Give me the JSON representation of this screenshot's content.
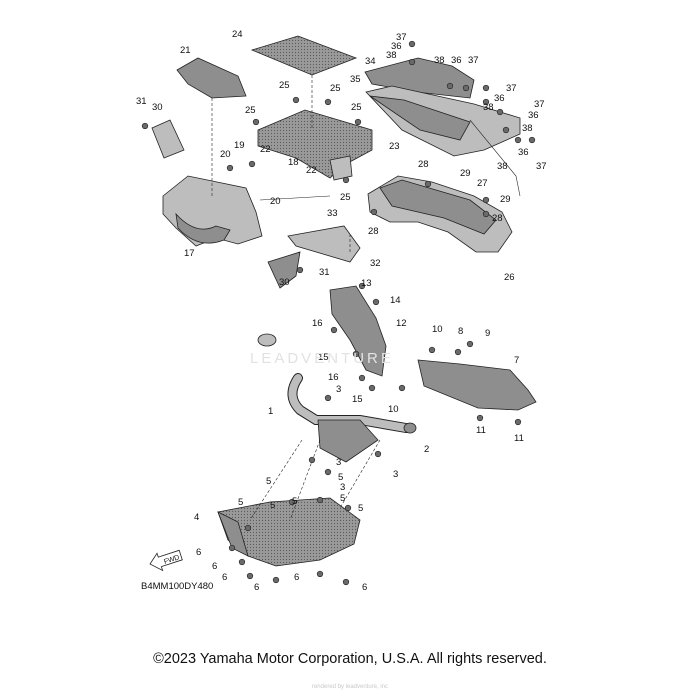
{
  "diagram": {
    "code": "B4MM100DY480",
    "watermark": "LEADVENTURE",
    "credit": "rendered by leadventure, inc",
    "fwd_label": "FWD",
    "copyright": "©2023 Yamaha Motor Corporation, U.S.A. All rights reserved.",
    "callouts": [
      "1",
      "2",
      "3",
      "4",
      "5",
      "6",
      "7",
      "8",
      "9",
      "10",
      "11",
      "12",
      "13",
      "14",
      "15",
      "16",
      "17",
      "18",
      "19",
      "20",
      "21",
      "22",
      "23",
      "24",
      "25",
      "26",
      "27",
      "28",
      "29",
      "30",
      "31",
      "32",
      "33",
      "34",
      "35",
      "36",
      "37",
      "38"
    ]
  }
}
